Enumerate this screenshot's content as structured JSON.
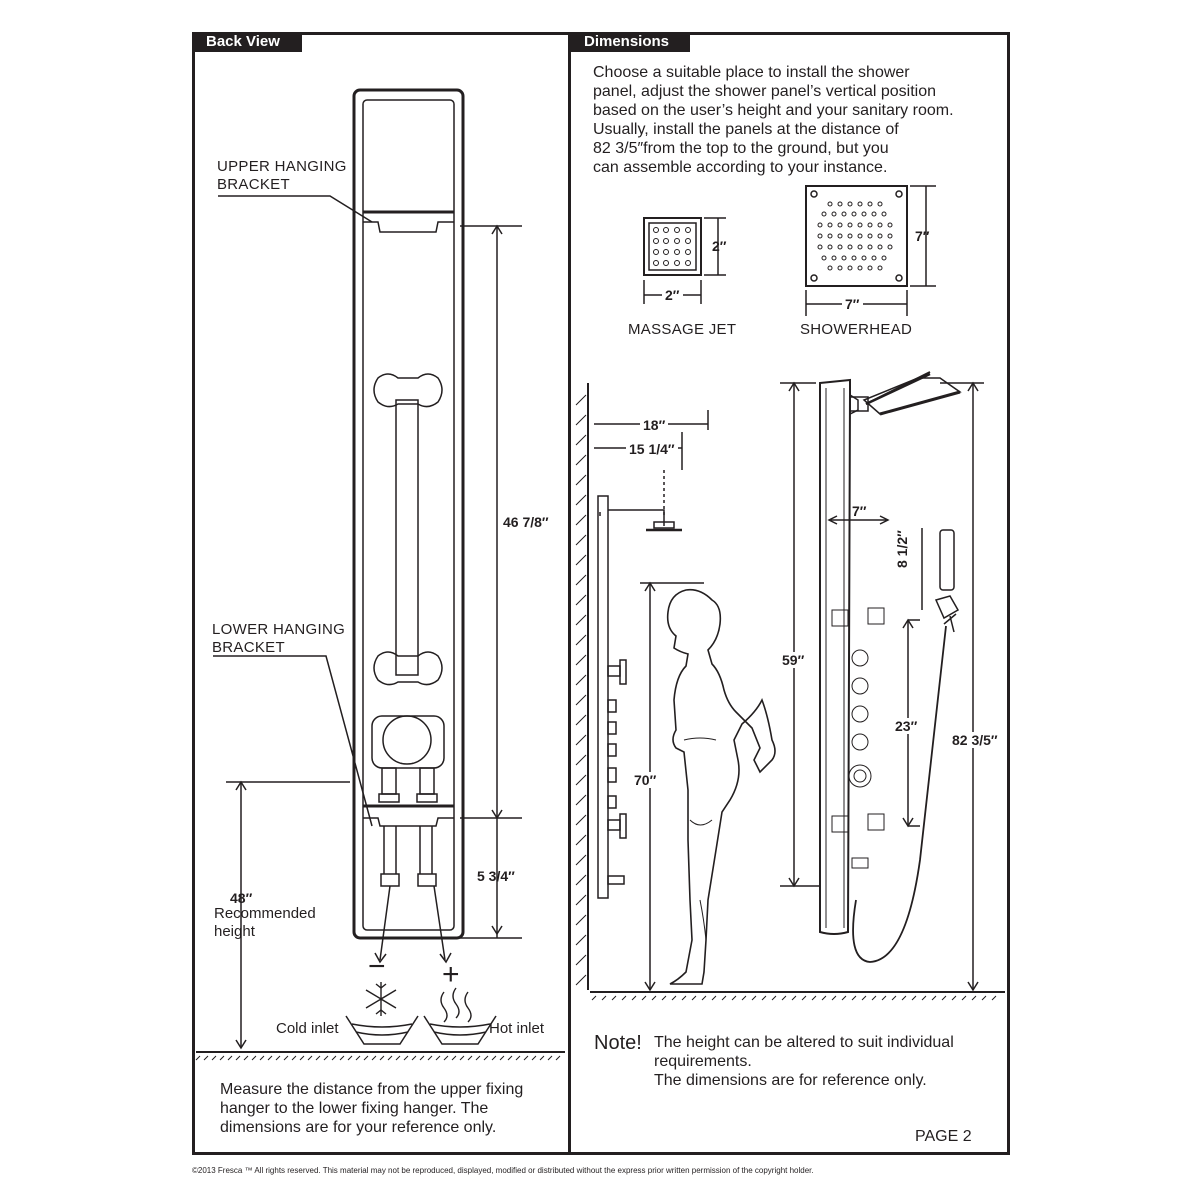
{
  "back_view": {
    "tab_label": "Back View",
    "upper_bracket_label": "UPPER HANGING\nBRACKET",
    "lower_bracket_label": "LOWER HANGING\nBRACKET",
    "dim_bracket_span": "46 7/8″",
    "dim_lower_segment": "5 3/4″",
    "dim_recommended": "48″",
    "recommended_label": "Recommended\nheight",
    "cold_inlet": "Cold inlet",
    "hot_inlet": "Hot inlet",
    "minus_sign": "−",
    "plus_sign": "+",
    "measure_note": "Measure the distance from the upper fixing\nhanger to the lower fixing hanger. The\ndimensions are for your reference only."
  },
  "dimensions": {
    "tab_label": "Dimensions",
    "intro": "Choose a suitable place to install the shower\npanel, adjust the shower panel’s vertical position\nbased on the user’s height and your sanitary room.\nUsually, install the panels at the distance of\n82 3/5″from the top to the ground, but you\ncan assemble according to your instance.",
    "massage_jet_label": "MASSAGE JET",
    "massage_jet_w": "2″",
    "massage_jet_h": "2″",
    "showerhead_label": "SHOWERHEAD",
    "showerhead_w": "7″",
    "showerhead_h": "7″",
    "dim_18": "18″",
    "dim_15": "15 1/4″",
    "dim_70": "70″",
    "dim_59": "59″",
    "dim_7": "7″",
    "dim_8half": "8 1/2″",
    "dim_23": "23″",
    "dim_82": "82 3/5″",
    "note_label": "Note!",
    "note_text": "The height can be altered to suit individual\nrequirements.\nThe dimensions are for reference only.",
    "page_label": "PAGE 2"
  },
  "copyright": "©2013 Fresca ™ All rights reserved. This material may not be reproduced, displayed, modified or distributed without the express prior written permission of the copyright holder.",
  "colors": {
    "ink": "#231f20",
    "paper": "#ffffff"
  }
}
